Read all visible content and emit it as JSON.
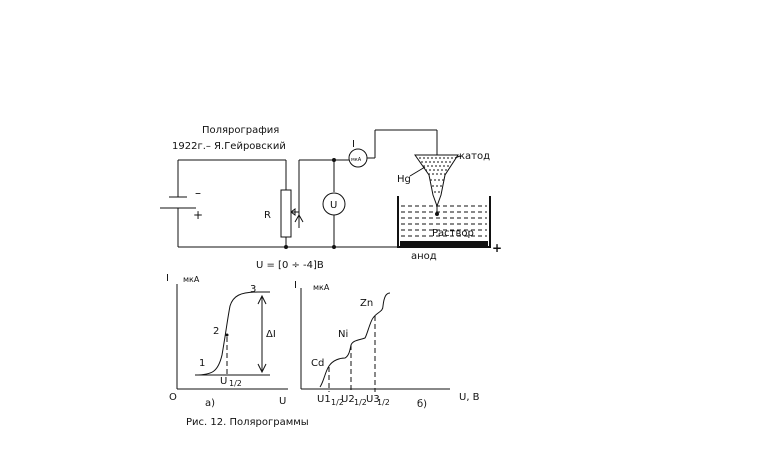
{
  "title": {
    "line1": "Полярография",
    "line2": "1922г.– Я.Гейровский"
  },
  "circuit": {
    "battery_minus": "–",
    "battery_plus": "+",
    "rheostat": "R",
    "ammeter_letter": "I",
    "ammeter_unit": "мкА",
    "voltmeter": "U",
    "voltage_range": "U = [0 ÷ -4]B",
    "mercury": "Hg",
    "cathode": "катод",
    "solution": "Раствор",
    "anode": "анод",
    "anode_plus": "+"
  },
  "graph_a": {
    "y_axis": "I",
    "y_unit": "мкА",
    "origin": "O",
    "x_axis": "U",
    "point_1": "1",
    "point_2": "2",
    "point_3": "3",
    "delta": "ΔI",
    "half_wave": "U",
    "half_wave_sub": "1/2",
    "caption": "а)"
  },
  "graph_b": {
    "y_axis": "I",
    "y_unit": "мкА",
    "cd": "Cd",
    "ni": "Ni",
    "zn": "Zn",
    "u1": "U1",
    "u2": "U2",
    "u3": "U3",
    "sub": "1/2",
    "x_axis": "U, B",
    "caption": "б)"
  },
  "figure_caption": "Рис. 12. Полярограммы"
}
